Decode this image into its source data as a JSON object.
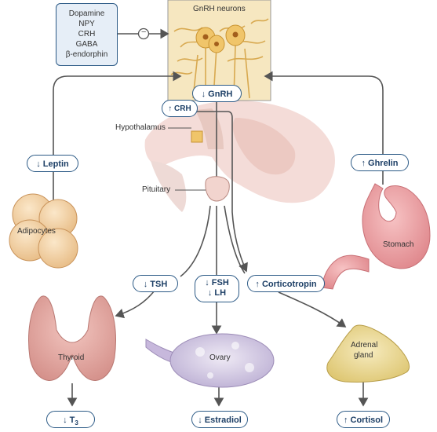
{
  "neurons_label": "GnRH neurons",
  "inhibitors": [
    "Dopamine",
    "NPY",
    "CRH",
    "GABA",
    "β-endorphin"
  ],
  "inhibit_symbol": "−",
  "hormones": {
    "gnrh": "↓ GnRH",
    "crh": "↑ CRH",
    "leptin": "↓ Leptin",
    "ghrelin": "↑ Ghrelin",
    "tsh": "↓ TSH",
    "fsh": "↓ FSH",
    "lh": "↓ LH",
    "corticotropin": "↑ Corticotropin",
    "t3": "↓ T",
    "t3_sub": "3",
    "estradiol": "↓ Estradiol",
    "cortisol": "↑ Cortisol"
  },
  "labels": {
    "hypothalamus": "Hypothalamus",
    "pituitary": "Pituitary",
    "adipocytes": "Adipocytes",
    "stomach": "Stomach",
    "thyroid": "Thyroid",
    "ovary": "Ovary",
    "adrenal": "Adrenal",
    "gland": "gland"
  },
  "colors": {
    "pill_border": "#2c5a86",
    "pill_text": "#1d3f66",
    "box_fill": "#e6eef7",
    "arrow": "#555555",
    "neuron_bg": "#f6e7c0",
    "adipocyte": "#f3d3a8",
    "stomach": "#eea0a4",
    "thyroid": "#e3a7a2",
    "ovary": "#d7cde6",
    "adrenal": "#ecdc98",
    "brain": "#f2d8d4"
  }
}
